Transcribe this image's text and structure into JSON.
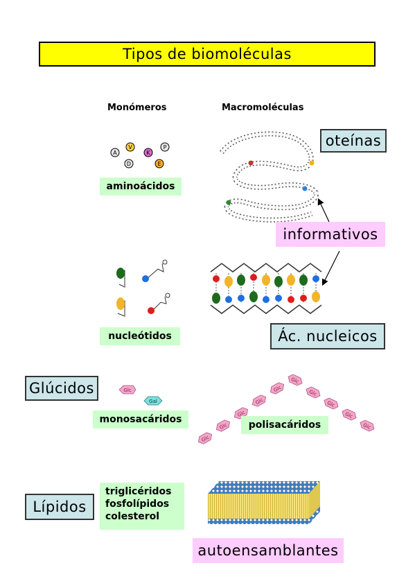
{
  "title": "Tipos de biomoléculas",
  "columns": {
    "monomers": "Monómeros",
    "macromolecules": "Macromoléculas"
  },
  "proteins": {
    "monomer_label": "aminoácidos",
    "macro_label": "oteínas",
    "amino_letters": [
      "A",
      "V",
      "K",
      "P",
      "D",
      "E"
    ]
  },
  "informative_label": "informativos",
  "nucleic": {
    "monomer_label": "nucleótidos",
    "macro_label": "Ác. nucleicos"
  },
  "carbs": {
    "category": "Glúcidos",
    "monomer_label": "monosacáridos",
    "macro_label": "polisacáridos",
    "monomer_glyphs": [
      "Glc",
      "Gal"
    ],
    "chain_glyph": "Glc"
  },
  "lipids": {
    "category": "Lípidos",
    "items": [
      "triglicéridos",
      "fosfolípidos",
      "colesterol"
    ],
    "macro_label": "autoensamblantes"
  },
  "colors": {
    "title_bg": "#ffff00",
    "label_green": "#ccffcc",
    "label_cyan": "#cce6ea",
    "label_pink": "#ffccff",
    "sugar_pink": "#f4a6c8",
    "sugar_cyan": "#7fdede"
  }
}
